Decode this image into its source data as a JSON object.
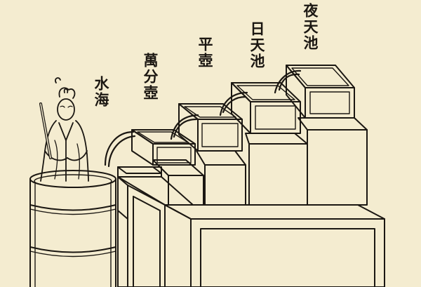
{
  "labels": {
    "water_sea": "水海",
    "ten_thousand_pot": "萬分壺",
    "level_pot": "平壺",
    "day_pool": "日天池",
    "night_pool": "夜天池"
  },
  "colors": {
    "paper": "#f4ecd0",
    "ink": "#1b1712"
  }
}
